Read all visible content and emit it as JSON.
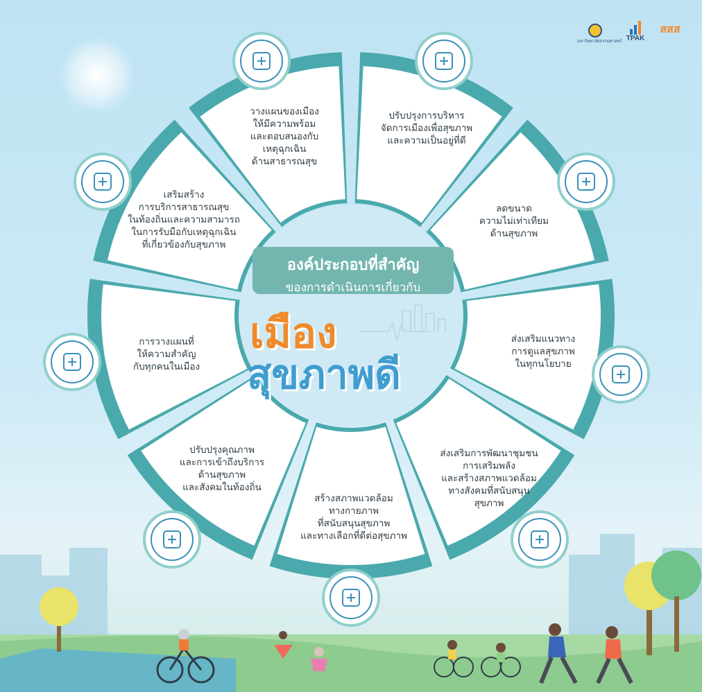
{
  "center": {
    "heading_line1": "องค์ประกอบที่สำคัญ",
    "heading_line2": "ของการดำเนินการเกี่ยวกับ",
    "title_line1": "เมือง",
    "title_line2": "สุขภาพดี"
  },
  "segments": [
    {
      "id": "emergency",
      "icon": "shield-alert-icon",
      "lines": [
        "วางแผนของเมือง",
        "ให้มีความพร้อม",
        "และตอบสนองกับ",
        "เหตุฉุกเฉิน",
        "ด้านสาธารณสุข"
      ]
    },
    {
      "id": "governance",
      "icon": "city-buildings-icon",
      "lines": [
        "ปรับปรุงการบริหาร",
        "จัดการเมืองเพื่อสุขภาพ",
        "และความเป็นอยู่ที่ดี"
      ]
    },
    {
      "id": "inequality",
      "icon": "balance-scale-icon",
      "lines": [
        "ลดขนาด",
        "ความไม่เท่าเทียม",
        "ด้านสุขภาพ"
      ]
    },
    {
      "id": "policy",
      "icon": "document-shield-icon",
      "lines": [
        "ส่งเสริมแนวทาง",
        "การดูแลสุขภาพ",
        "ในทุกนโยบาย"
      ]
    },
    {
      "id": "community",
      "icon": "handshake-icon",
      "lines": [
        "ส่งเสริมการพัฒนาชุมชน",
        "การเสริมพลัง",
        "และสร้างสภาพแวดล้อม",
        "ทางสังคมที่สนับสนุน",
        "สุขภาพ"
      ]
    },
    {
      "id": "environment",
      "icon": "heart-hands-icon",
      "lines": [
        "สร้างสภาพแวดล้อม",
        "ทางกายภาพ",
        "ที่สนับสนุนสุขภาพ",
        "และทางเลือกที่ดีต่อสุขภาพ"
      ]
    },
    {
      "id": "services",
      "icon": "medical-kit-icon",
      "lines": [
        "ปรับปรุงคุณภาพ",
        "และการเข้าถึงบริการ",
        "ด้านสุขภาพ",
        "และสังคมในท้องถิ่น"
      ]
    },
    {
      "id": "inclusive",
      "icon": "people-inclusion-icon",
      "lines": [
        "การวางแผนที่",
        "ให้ความสำคัญ",
        "กับทุกคนในเมือง"
      ]
    },
    {
      "id": "public-health",
      "icon": "monitor-network-icon",
      "lines": [
        "เสริมสร้าง",
        "การบริการสาธารณสุข",
        "ในท้องถิ่นและความสามารถ",
        "ในการรับมือกับเหตุฉุกเฉิน",
        "ที่เกี่ยวข้องกับสุขภาพ"
      ]
    }
  ],
  "logos": [
    {
      "id": "university",
      "text": "มหาวิทยาลัยธรรมศาสตร์"
    },
    {
      "id": "tpak",
      "text": "TPAK"
    },
    {
      "id": "thaihealth",
      "text": "สสส"
    }
  ],
  "colors": {
    "ring": "#4aa9ac",
    "ring_light": "#8fcfcc",
    "banner": "#73b6b0",
    "title_orange": "#f08a2b",
    "title_blue": "#3f9dd0",
    "icon_blue": "#3b8fb8"
  }
}
